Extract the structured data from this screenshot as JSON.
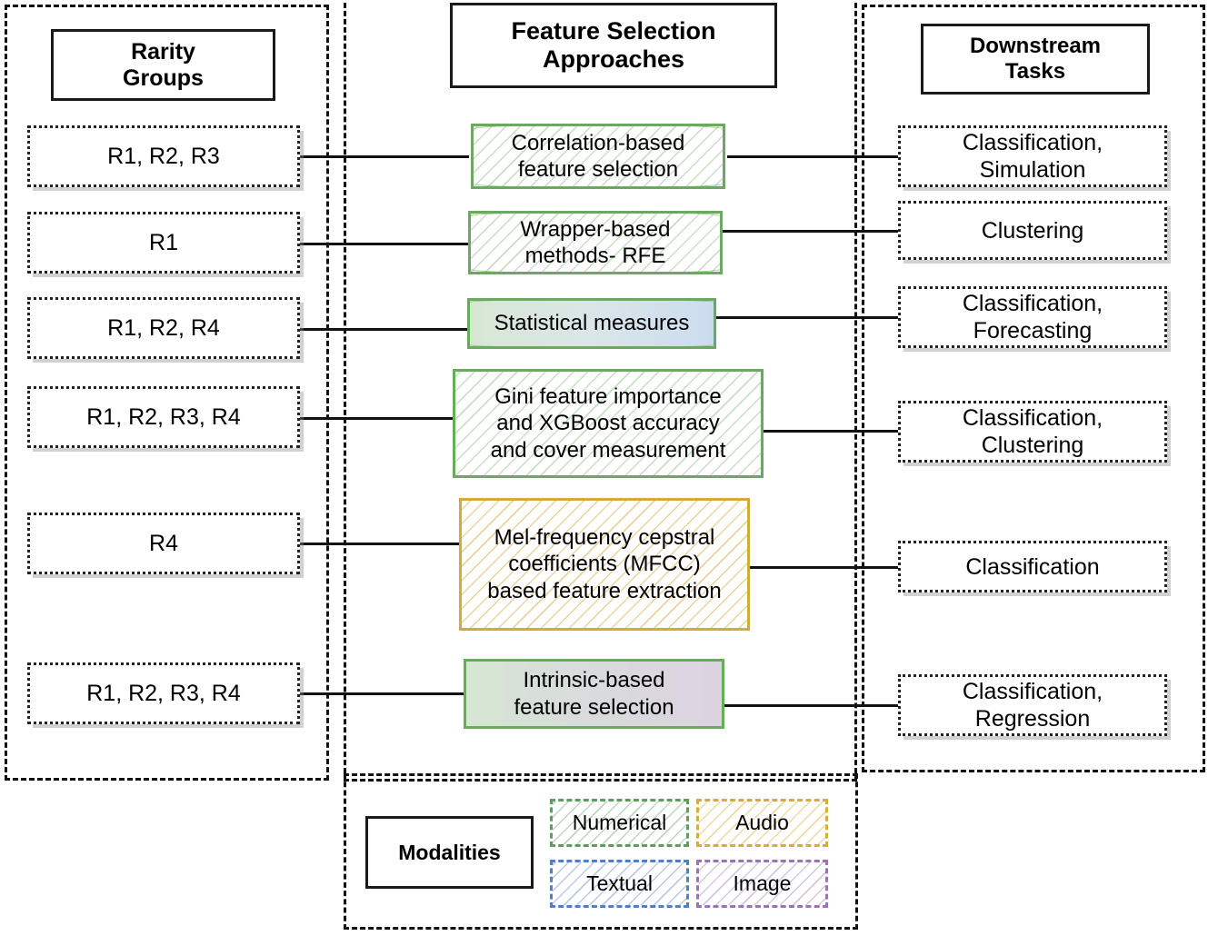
{
  "columns": {
    "left": {
      "title": "Rarity\nGroups"
    },
    "middle": {
      "title": "Feature Selection\nApproaches"
    },
    "right": {
      "title": "Downstream\nTasks"
    }
  },
  "rows": [
    {
      "rarity": "R1, R2, R3",
      "approach": "Correlation-based\nfeature selection",
      "task": "Classification,\nSimulation",
      "modality": "Numerical"
    },
    {
      "rarity": "R1",
      "approach": "Wrapper-based\nmethods- RFE",
      "task": "Clustering",
      "modality": "Numerical"
    },
    {
      "rarity": "R1, R2, R4",
      "approach": "Statistical measures",
      "task": "Classification,\nForecasting",
      "modality": "Numerical, Textual"
    },
    {
      "rarity": "R1, R2, R3, R4",
      "approach": "Gini feature importance\nand XGBoost accuracy\nand cover measurement",
      "task": "Classification,\nClustering",
      "modality": "Numerical"
    },
    {
      "rarity": "R4",
      "approach": "Mel-frequency cepstral\ncoefficients (MFCC)\nbased feature extraction",
      "task": "Classification",
      "modality": "Audio"
    },
    {
      "rarity": "R1, R2, R3, R4",
      "approach": "Intrinsic-based\nfeature selection",
      "task": "Classification,\nRegression",
      "modality": "Numerical, Image"
    }
  ],
  "legend": {
    "title": "Modalities",
    "items": [
      {
        "label": "Numerical",
        "color": "#5aa05a"
      },
      {
        "label": "Audio",
        "color": "#d9ab3c"
      },
      {
        "label": "Textual",
        "color": "#4f7fc4"
      },
      {
        "label": "Image",
        "color": "#9a74b0"
      }
    ]
  },
  "colors": {
    "outline": "#111111",
    "green": "#6aaa5e",
    "orange": "#d4a93e",
    "blue_fill": "#ccdcef",
    "green_fill": "#d7e7d3",
    "purple_fill": "#ddd2e0"
  }
}
